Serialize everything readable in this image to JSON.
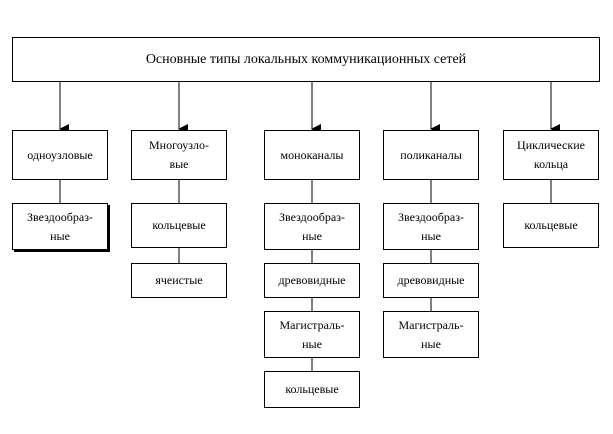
{
  "title": "Основные типы локальных коммуникационных сетей",
  "columns": [
    {
      "header": "одноузловые",
      "items": [
        "Звездообраз-\nные"
      ]
    },
    {
      "header": "Многоузло-\nвые",
      "items": [
        "кольцевые",
        "ячеистые"
      ]
    },
    {
      "header": "моноканалы",
      "items": [
        "Звездообраз-\nные",
        "древовидные",
        "Магистраль-\nные",
        "кольцевые"
      ]
    },
    {
      "header": "поликаналы",
      "items": [
        "Звездообраз-\nные",
        "древовидные",
        "Магистраль-\nные"
      ]
    },
    {
      "header": "Циклические\nкольца",
      "items": [
        "кольцевые"
      ]
    }
  ]
}
